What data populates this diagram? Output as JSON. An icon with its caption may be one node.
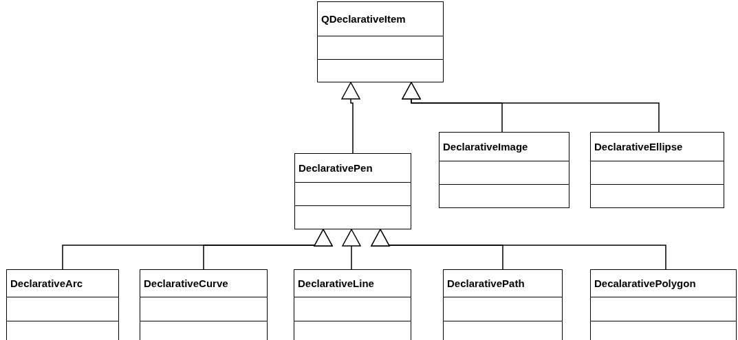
{
  "diagram": {
    "nodes": [
      {
        "text": [
          "QDeclarativeItem"
        ]
      },
      {
        "text": [
          "DeclarativePen"
        ]
      },
      {
        "text": [
          "DeclarativeImage"
        ]
      },
      {
        "text": [
          "DeclarativeEllipse"
        ]
      },
      {
        "text": [
          "DeclarativeArc"
        ]
      },
      {
        "text": [
          "DeclarativeCurve"
        ]
      },
      {
        "text": [
          "DeclarativeLine"
        ]
      },
      {
        "text": [
          "DeclarativePath"
        ]
      },
      {
        "text": [
          "DecalarativePolygon"
        ]
      }
    ],
    "edges": [
      {
        "from": 1,
        "to": 0,
        "arrow": "to"
      },
      {
        "from": 2,
        "to": 0,
        "arrow": "to"
      },
      {
        "from": 3,
        "to": 0,
        "arrow": "to"
      },
      {
        "from": 4,
        "to": 1,
        "arrow": "to"
      },
      {
        "from": 5,
        "to": 1,
        "arrow": "to"
      },
      {
        "from": 6,
        "to": 1,
        "arrow": "to"
      },
      {
        "from": 7,
        "to": 1,
        "arrow": "to"
      },
      {
        "from": 8,
        "to": 1,
        "arrow": "to"
      }
    ]
  }
}
